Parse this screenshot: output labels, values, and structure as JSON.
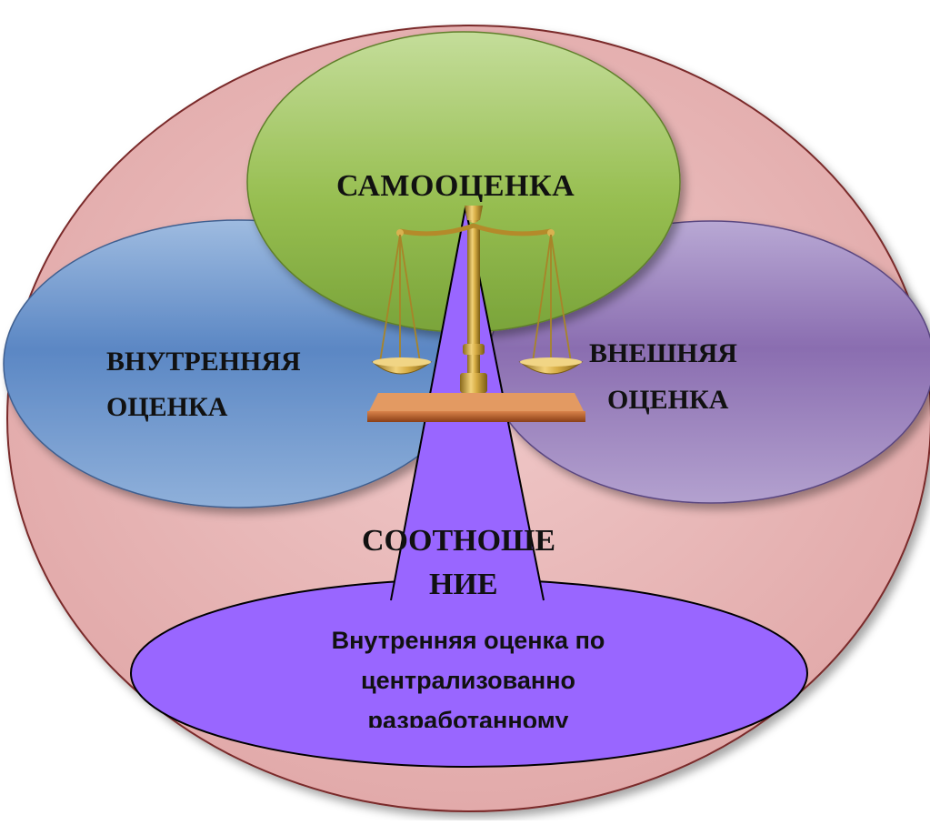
{
  "diagram": {
    "self_assessment_label": "САМООЦЕНКА",
    "internal_label_line1": "ВНУТРЕННЯЯ",
    "internal_label_line2": "ОЦЕНКА",
    "external_label_line1": "ВНЕШНЯЯ",
    "external_label_line2": "ОЦЕНКА",
    "relation_label_line1": "СООТНОШЕ",
    "relation_label_line2": "НИЕ",
    "bottom_text_line1": "Внутренняя оценка по",
    "bottom_text_line2": "централизованно",
    "bottom_text_line3": "разработанному"
  },
  "colors": {
    "outer_circle": "#e6b3b3",
    "self_ellipse": "#9fc35a",
    "internal_ellipse": "#5f8ec8",
    "external_ellipse": "#9d84c0",
    "relation_shape": "#9966ff"
  },
  "icons": [
    "scales-icon"
  ]
}
